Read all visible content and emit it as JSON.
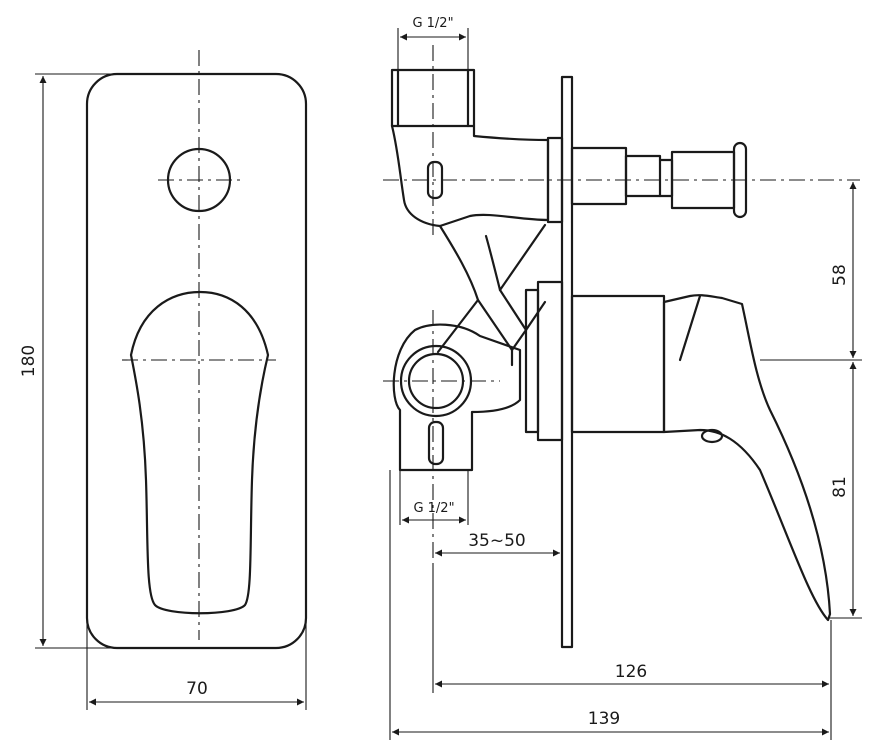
{
  "drawing": {
    "dimensions": {
      "height_total": "180",
      "width_front": "70",
      "inlet_top": "G 1/2\"",
      "inlet_bottom": "G 1/2\"",
      "wall_depth": "35~50",
      "depth_126": "126",
      "depth_139": "139",
      "vertical_58": "58",
      "vertical_81": "81"
    }
  }
}
